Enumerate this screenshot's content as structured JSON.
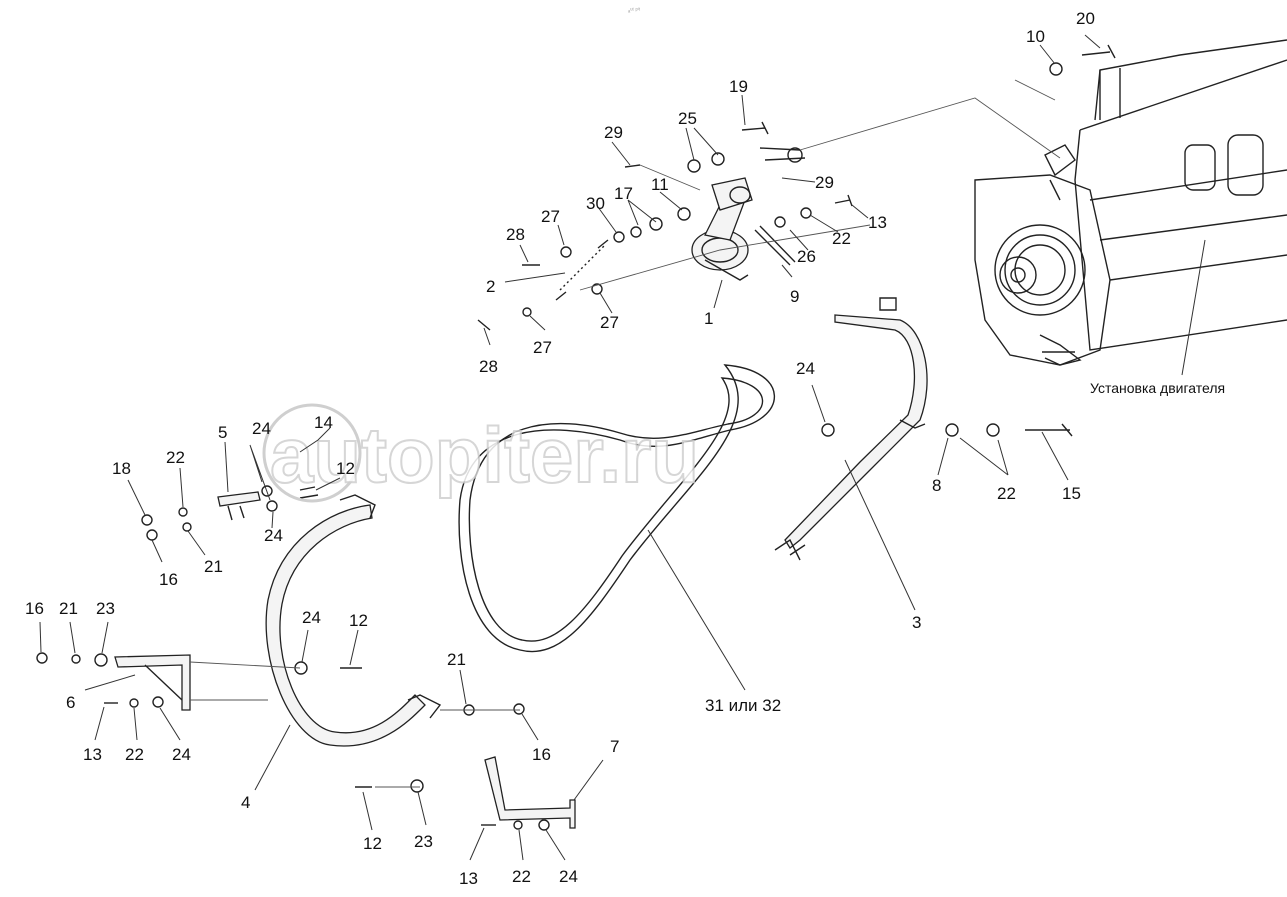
{
  "header_mark": "ₐᵘᵗ ᵖⁱᵗ",
  "watermark": "autopiter.ru",
  "engine_label": "Установка двигателя",
  "belt_label": "31 или 32",
  "callouts": {
    "c1": "1",
    "c2": "2",
    "c3": "3",
    "c4": "4",
    "c5": "5",
    "c6": "6",
    "c7": "7",
    "c8": "8",
    "c9": "9",
    "c10": "10",
    "c11": "11",
    "c12a": "12",
    "c12b": "12",
    "c12c": "12",
    "c13a": "13",
    "c13b": "13",
    "c13c": "13",
    "c14": "14",
    "c15": "15",
    "c16a": "16",
    "c16b": "16",
    "c16c": "16",
    "c17": "17",
    "c18": "18",
    "c19": "19",
    "c20": "20",
    "c21a": "21",
    "c21b": "21",
    "c21c": "21",
    "c22a": "22",
    "c22b": "22",
    "c22c": "22",
    "c22d": "22",
    "c22e": "22",
    "c23a": "23",
    "c23b": "23",
    "c24a": "24",
    "c24b": "24",
    "c24c": "24",
    "c24d": "24",
    "c24e": "24",
    "c24f": "24",
    "c25": "25",
    "c26": "26",
    "c27a": "27",
    "c27b": "27",
    "c27c": "27",
    "c28a": "28",
    "c28b": "28",
    "c29a": "29",
    "c29b": "29",
    "c30": "30"
  }
}
